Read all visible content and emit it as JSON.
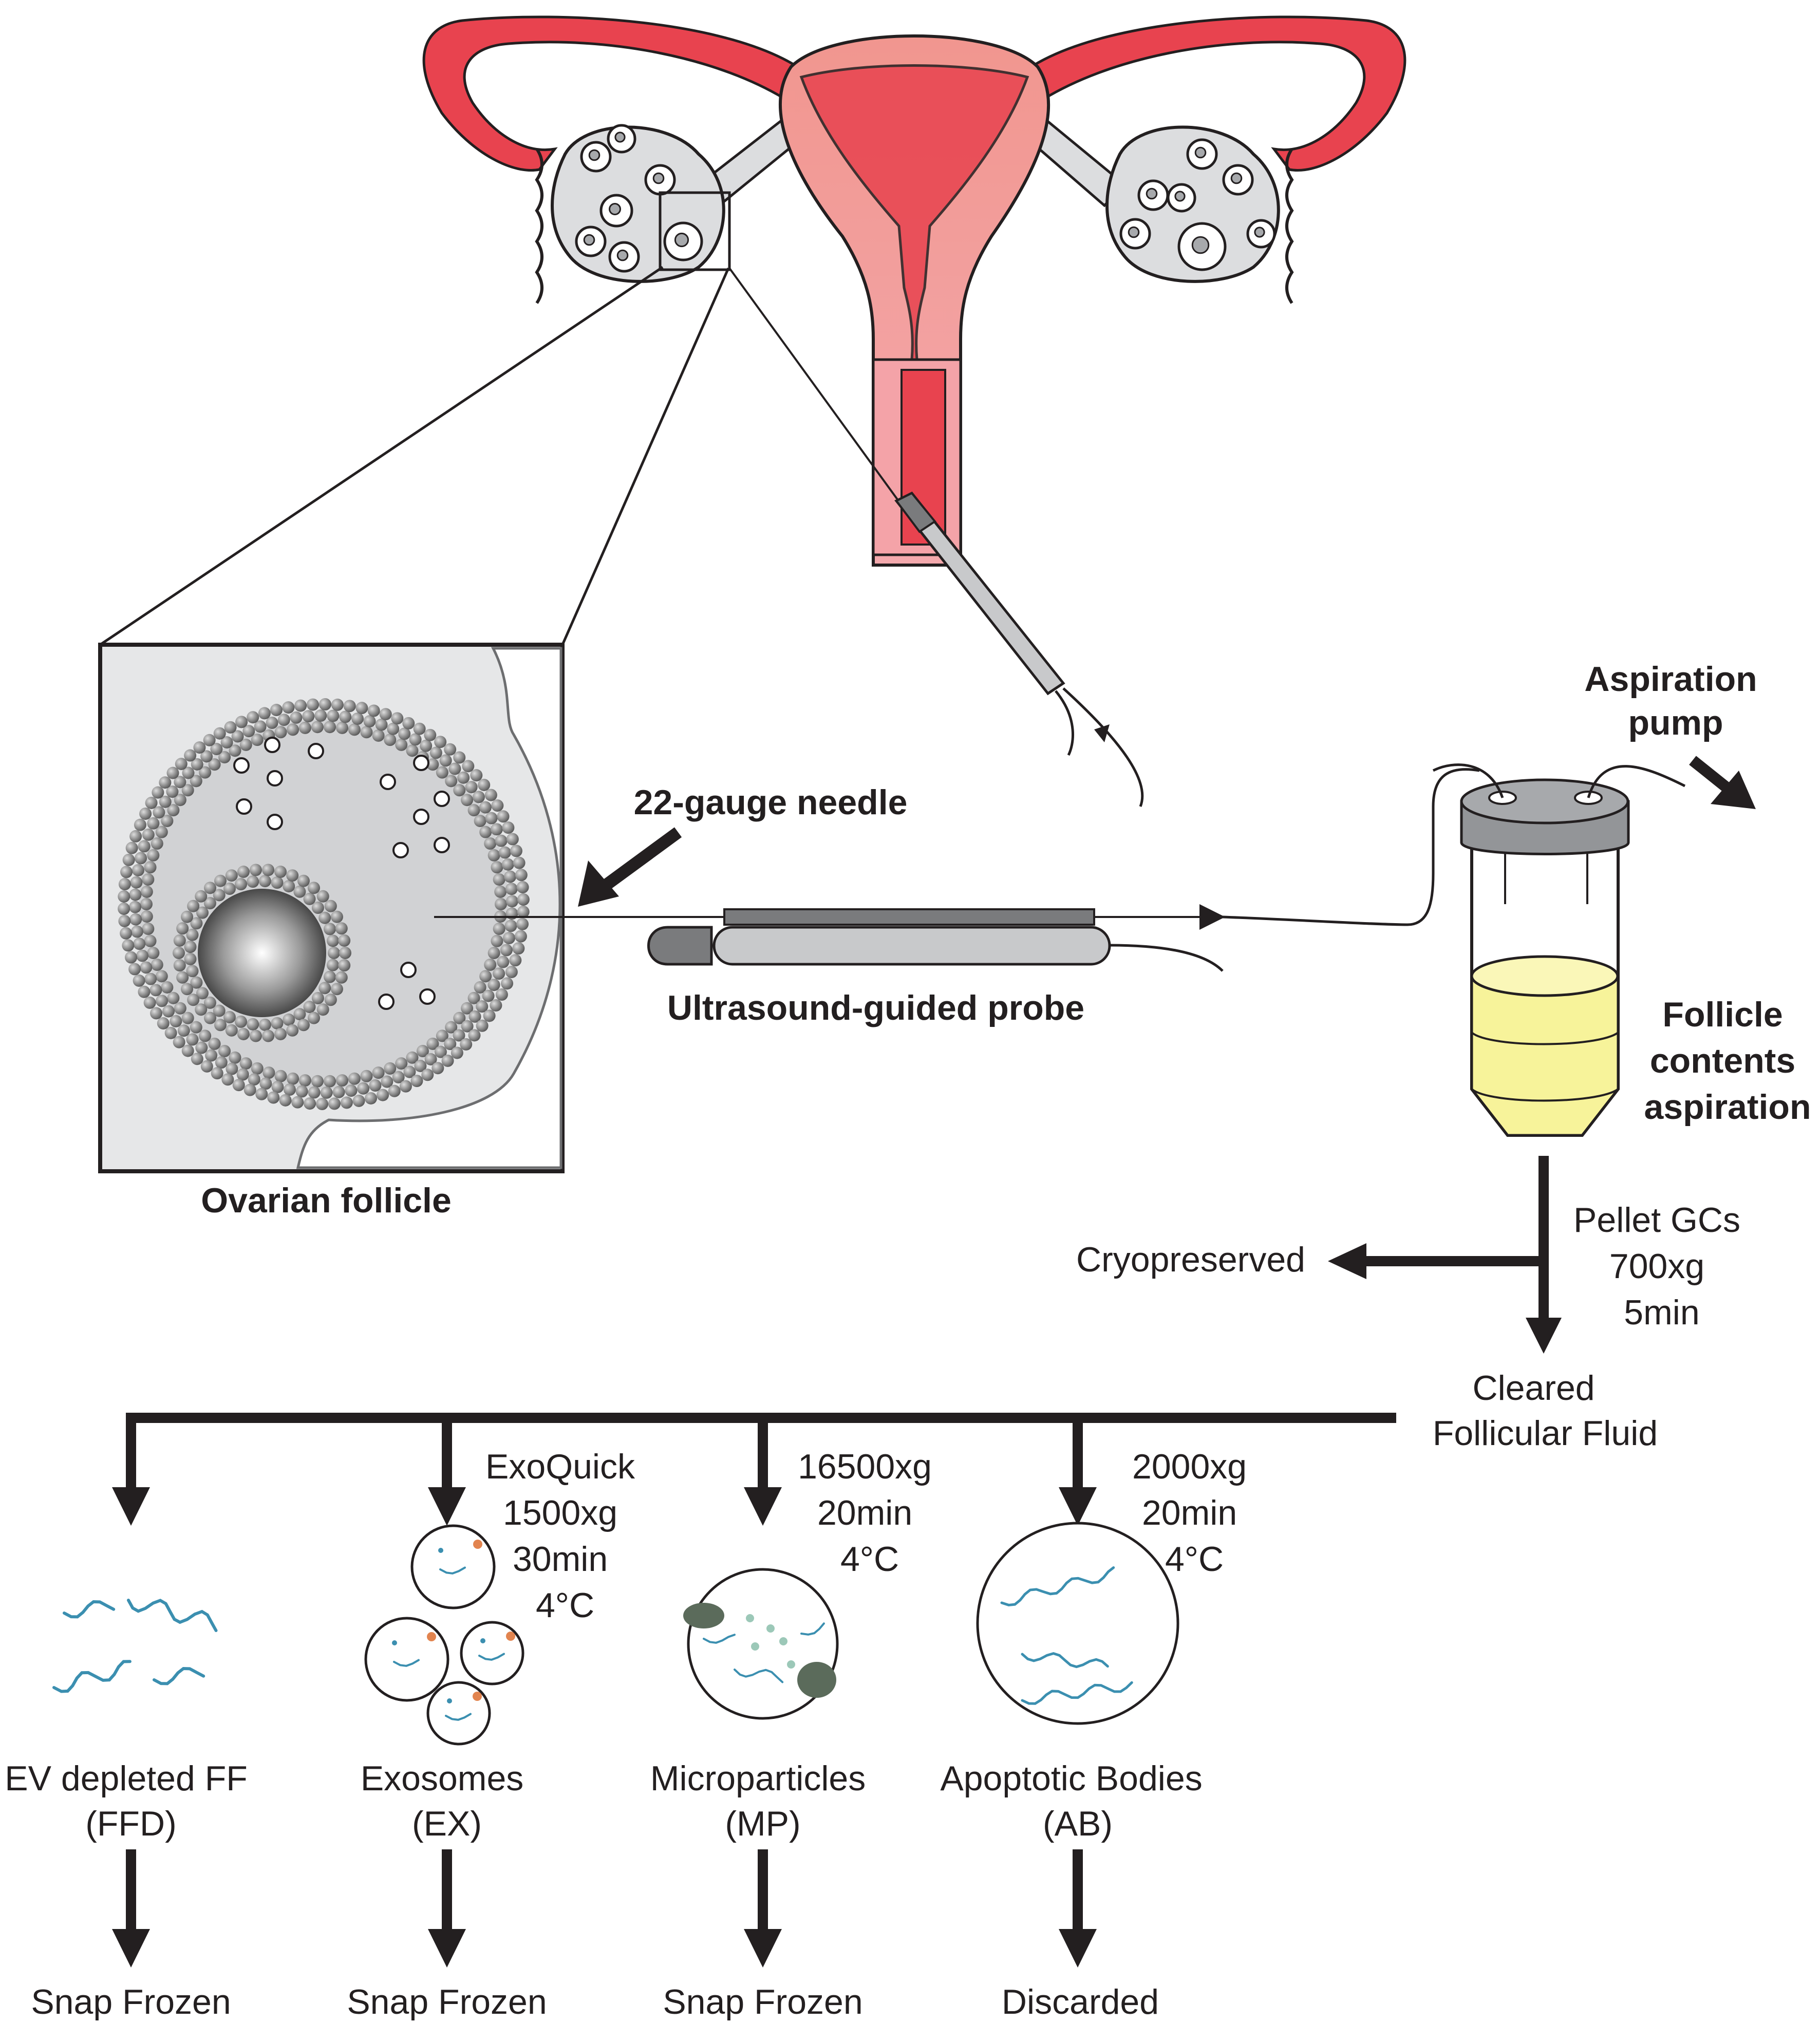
{
  "labels": {
    "aspiration_pump": [
      "Aspiration",
      "pump"
    ],
    "needle": "22-gauge needle",
    "probe": "Ultrasound-guided probe",
    "follicle_aspiration": [
      "Follicle",
      "contents",
      "aspiration"
    ],
    "ovarian_follicle": "Ovarian follicle",
    "pellet_step": [
      "Pellet GCs",
      "700xg",
      "5min"
    ],
    "cryopreserved": "Cryopreserved",
    "cleared_ff": [
      "Cleared",
      "Follicular Fluid"
    ]
  },
  "branches": [
    {
      "id": "ffd",
      "protocol": [],
      "name": [
        "EV depleted FF",
        "(FFD)"
      ],
      "outcome": "Snap Frozen"
    },
    {
      "id": "ex",
      "protocol": [
        "ExoQuick",
        "1500xg",
        "30min",
        "4°C"
      ],
      "name": [
        "Exosomes",
        "(EX)"
      ],
      "outcome": "Snap Frozen"
    },
    {
      "id": "mp",
      "protocol": [
        "16500xg",
        "20min",
        "4°C"
      ],
      "name": [
        "Microparticles",
        "(MP)"
      ],
      "outcome": "Snap Frozen"
    },
    {
      "id": "ab",
      "protocol": [
        "2000xg",
        "20min",
        "4°C"
      ],
      "name": [
        "Apoptotic Bodies",
        "(AB)"
      ],
      "outcome": "Discarded"
    }
  ],
  "colors": {
    "uterus_pink": "#f4a3a8",
    "tube_red": "#e8434f",
    "ovary_gray": "#dcdddf",
    "fluid_yellow": "#f7f39a",
    "strand_blue": "#3b8fb0",
    "ink": "#231f20"
  }
}
